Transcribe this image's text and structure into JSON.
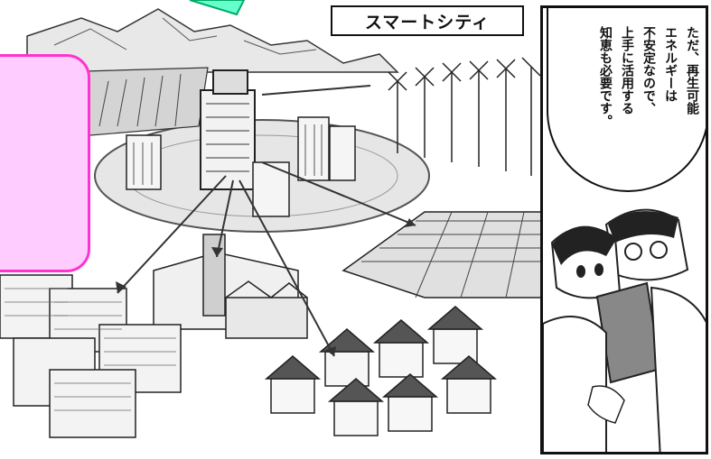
{
  "title": "スマートシティ",
  "speech": {
    "lines": [
      "ただ、再生可能",
      "エネルギーは",
      "不安定なので、",
      "上手に活用する",
      "知恵も必要です。"
    ]
  }
}
